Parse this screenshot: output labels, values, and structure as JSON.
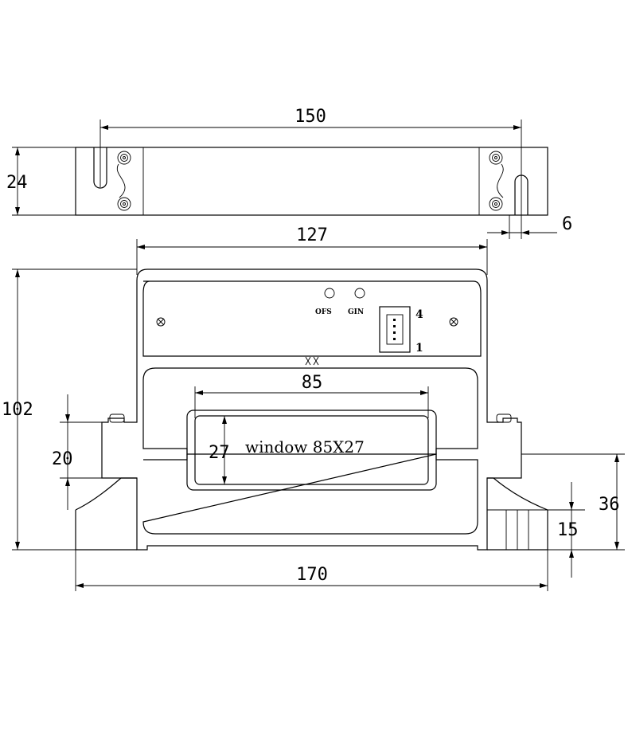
{
  "drawing": {
    "dim_top_length": "150",
    "dim_top_height": "24",
    "dim_slot": "6",
    "dim_inner_width": "127",
    "dim_total_height": "102",
    "dim_window_width": "85",
    "dim_window_height": "27",
    "window_label": "window  85X27",
    "dim_mount_height": "20",
    "dim_base_width": "170",
    "dim_side_height": "36",
    "dim_foot_height": "15",
    "label_ofs": "OFS",
    "label_gin": "GIN",
    "pin_top": "4",
    "pin_bottom": "1"
  }
}
